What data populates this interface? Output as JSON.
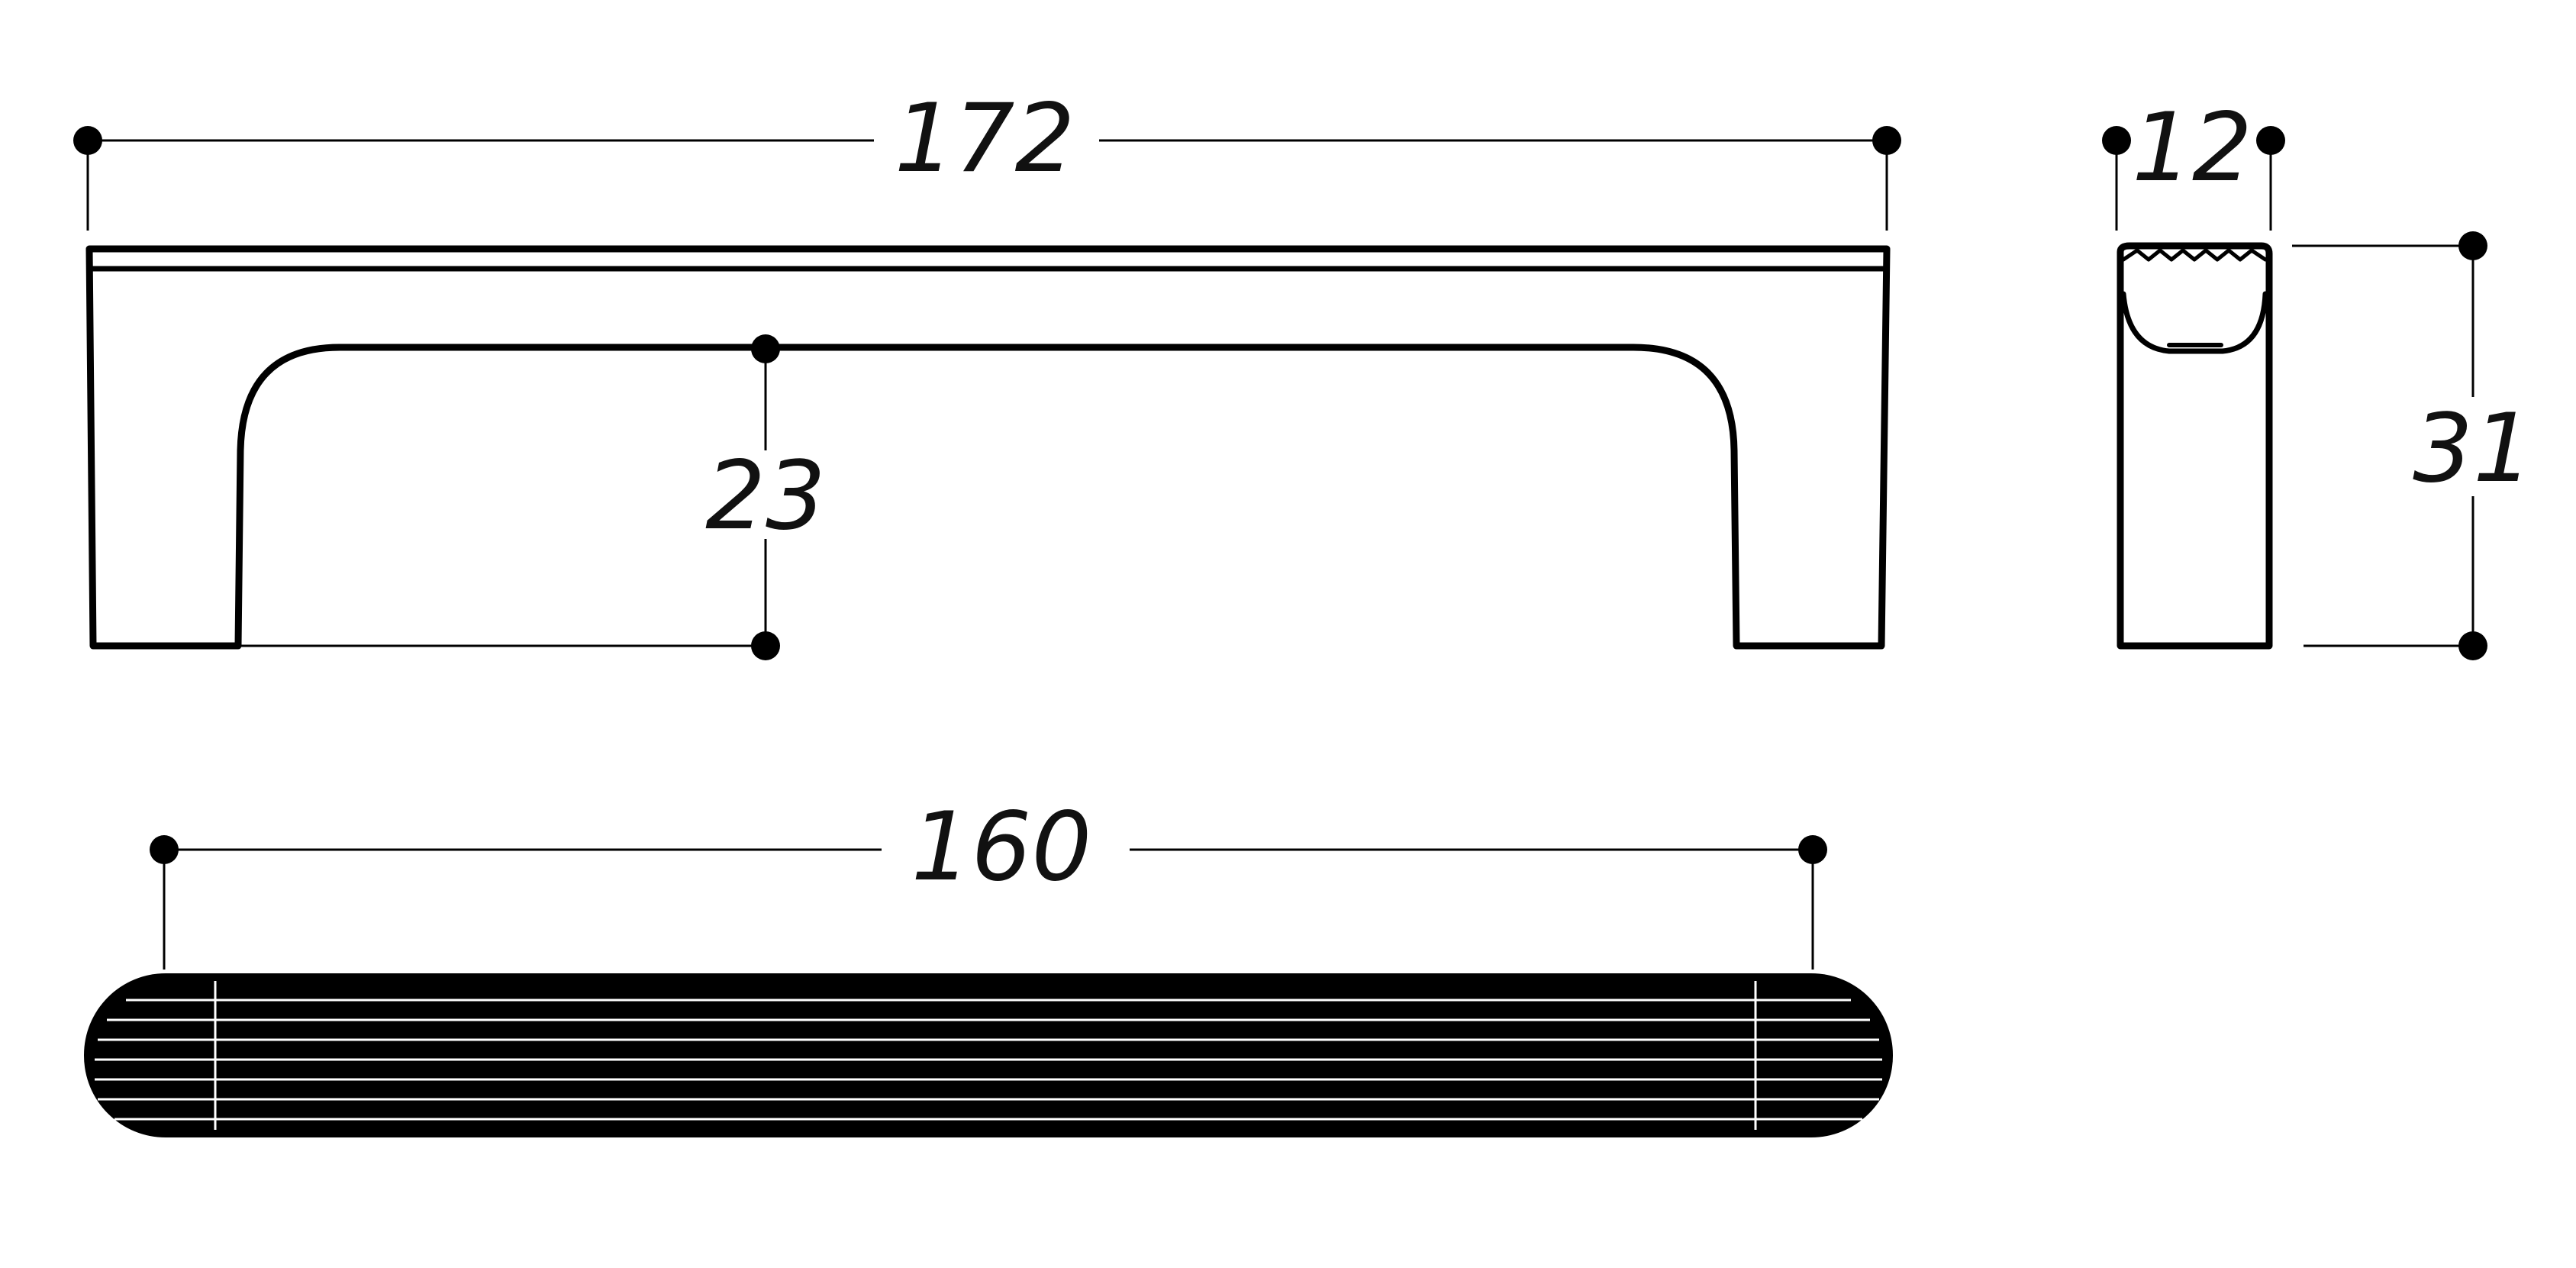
{
  "drawing": {
    "line_color": "#000000",
    "background_color": "#ffffff",
    "dimensions": {
      "overall_length": "172",
      "hole_spacing": "160",
      "grip_clearance": "23",
      "depth": "12",
      "height": "31"
    }
  }
}
